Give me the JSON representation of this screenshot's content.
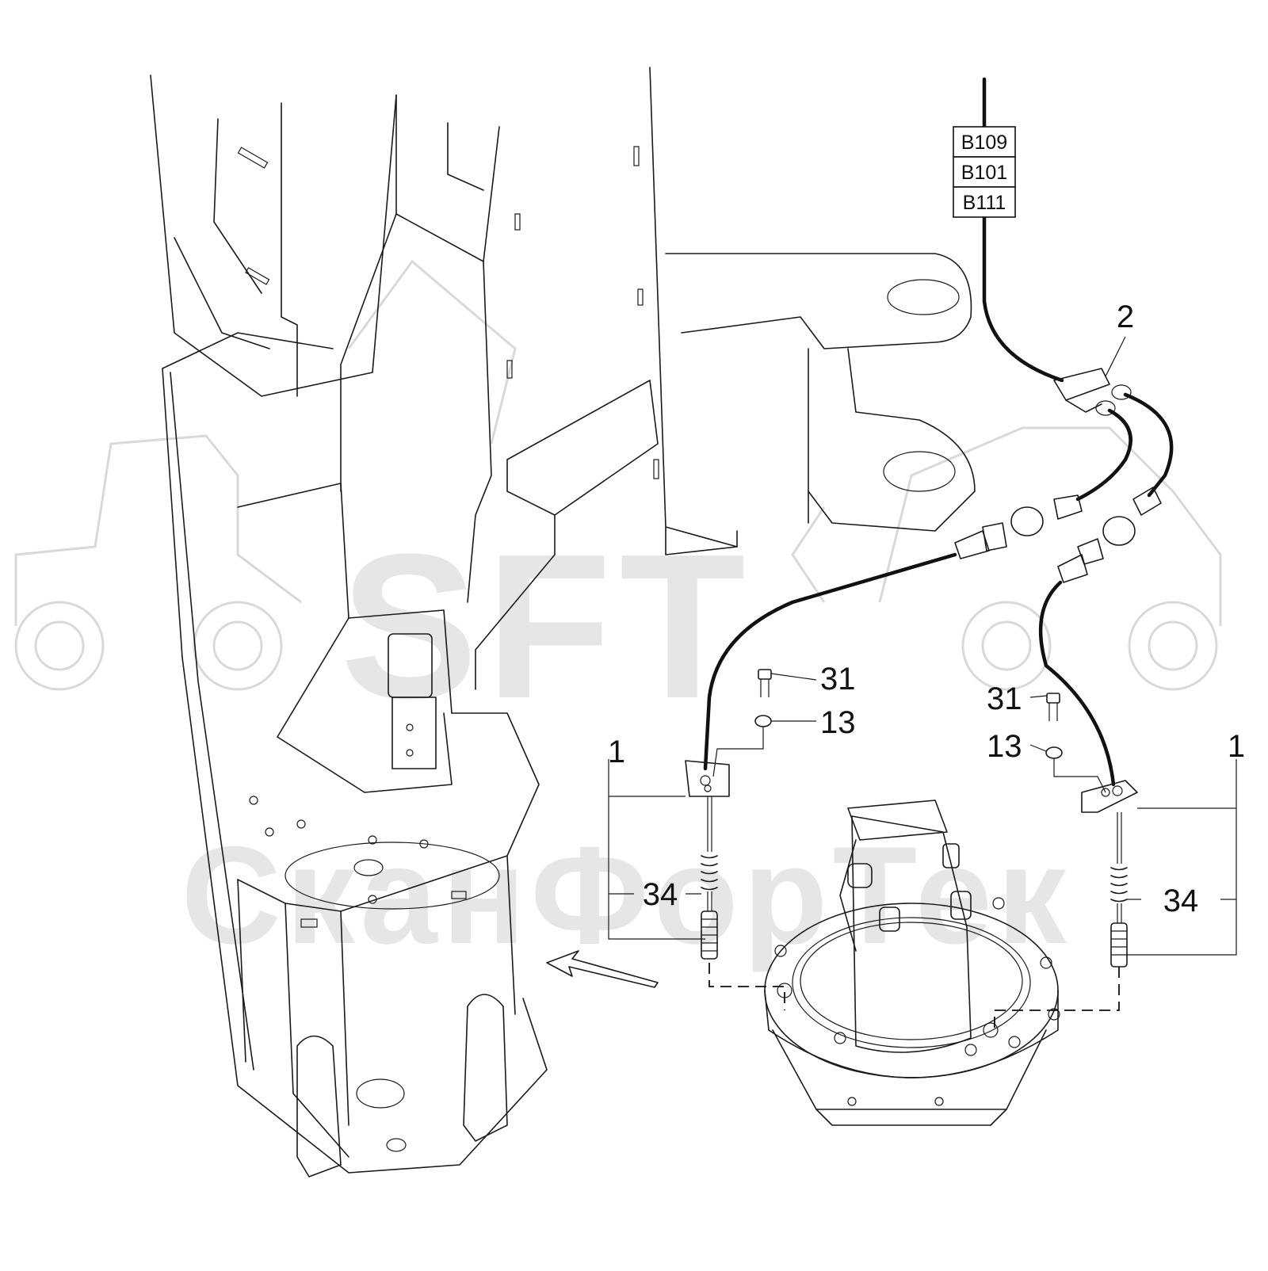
{
  "watermark": {
    "line1": "SFT",
    "line2": "СканФорТек"
  },
  "connector_codes": [
    "B109",
    "B101",
    "B111"
  ],
  "callouts": {
    "harness": "2",
    "sensor_assembly_left": "1",
    "sensor_assembly_right": "1",
    "screw_left": "31",
    "screw_right": "31",
    "washer_left": "13",
    "washer_right": "13",
    "sensor_left": "34",
    "sensor_right": "34"
  },
  "icons": {
    "view_arrow": "arrow-icon",
    "watermark_vehicle": "loader-silhouette-icon"
  }
}
